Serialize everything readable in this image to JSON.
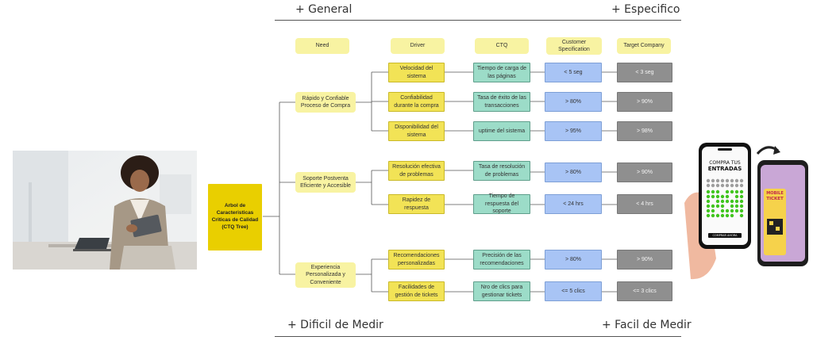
{
  "axis": {
    "top_left": "+ General",
    "top_right": "+ Especifico",
    "bottom_left": "+ Dificil de Medir",
    "bottom_right": "+ Facil de Medir"
  },
  "headers": {
    "need": "Need",
    "driver": "Driver",
    "ctq": "CTQ",
    "spec": "Customer Specification",
    "target": "Target Company"
  },
  "root": "Arbol de Caracteristicas Criticas de Calidad (CTQ Tree)",
  "needs": [
    "Rápido y Confiable Proceso de Compra",
    "Soporte Postventa Eficiente y Accesible",
    "Experiencia Personalizada y Conveniente"
  ],
  "rows": [
    {
      "driver": "Velocidad del sistema",
      "ctq": "Tiempo de carga de las páginas",
      "spec": "< 5 seg",
      "target": "< 3 seg"
    },
    {
      "driver": "Confiabilidad durante la compra",
      "ctq": "Tasa de éxito de las transacciones",
      "spec": "> 80%",
      "target": "> 90%"
    },
    {
      "driver": "Disponibilidad del sistema",
      "ctq": "uptime del sistema",
      "spec": "> 95%",
      "target": "> 98%"
    },
    {
      "driver": "Resolución efectiva de problemas",
      "ctq": "Tasa de resolución de problemas",
      "spec": "> 80%",
      "target": "> 90%"
    },
    {
      "driver": "Rapidez de respuesta",
      "ctq": "Tiempo de respuesta del soporte",
      "spec": "< 24 hrs",
      "target": "< 4 hrs"
    },
    {
      "driver": "Recomendaciones personalizadas",
      "ctq": "Precisión de las recomendaciones",
      "spec": "> 80%",
      "target": "> 90%"
    },
    {
      "driver": "Facilidades de gestión de tickets",
      "ctq": "Nro de clics para gestionar tickets",
      "spec": "<= 5 clics",
      "target": "<= 3 clics"
    }
  ],
  "phone": {
    "title_line1": "COMPRA TUS",
    "title_line2": "ENTRADAS",
    "button": "COMPRAR AHORA",
    "ticket_line1": "MOBILE",
    "ticket_line2": "TICKET"
  }
}
